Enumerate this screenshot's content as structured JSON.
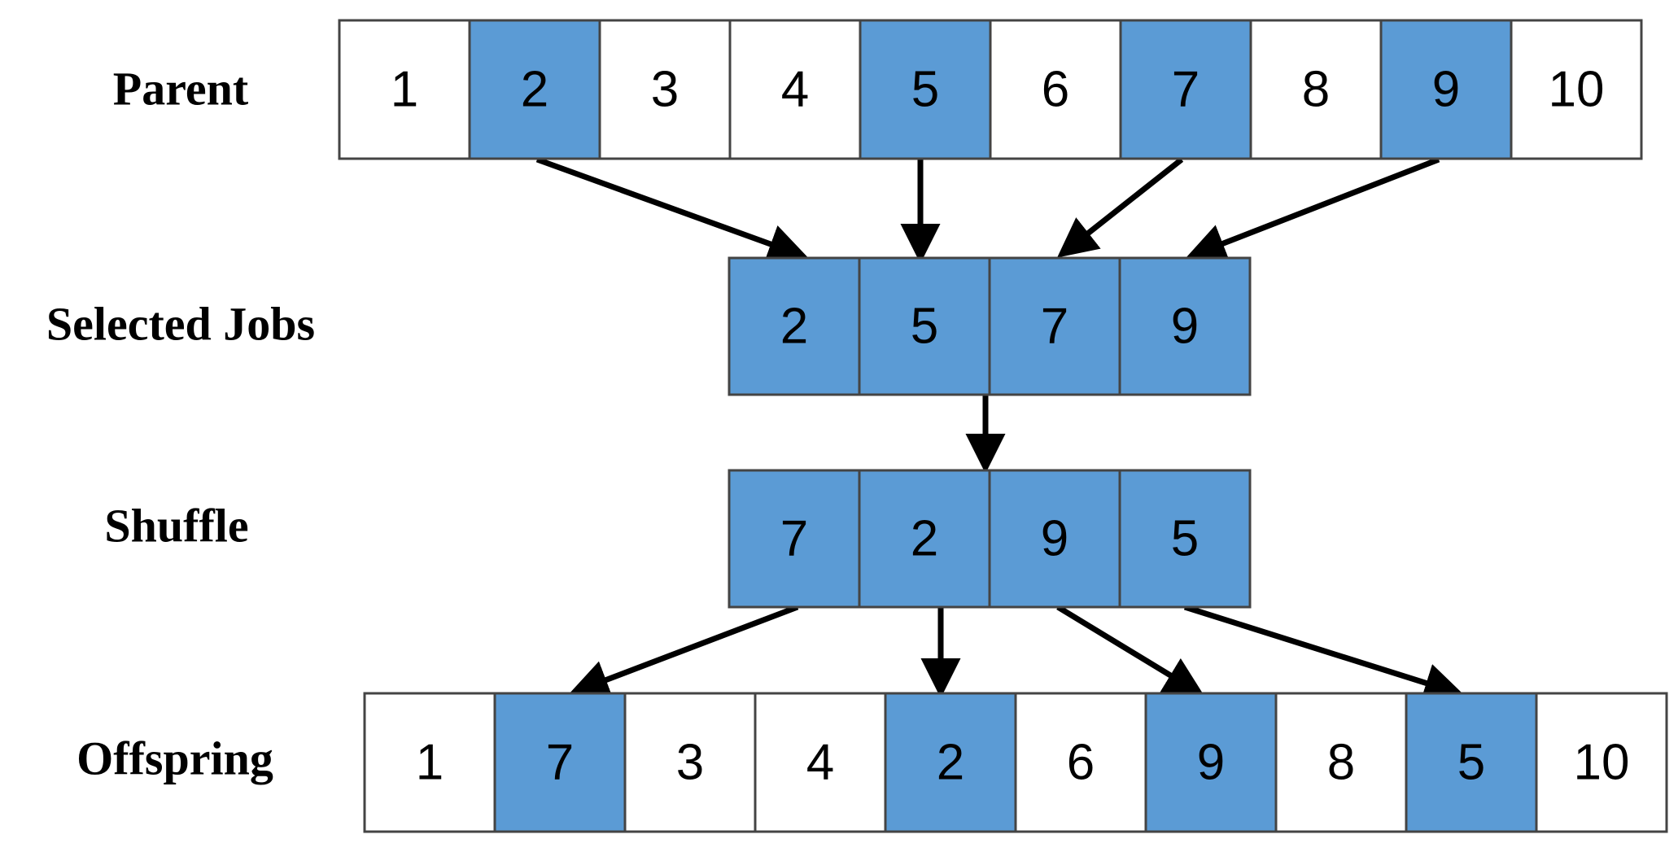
{
  "colors": {
    "highlight": "#5b9bd5",
    "plain": "#ffffff",
    "border": "#444444",
    "arrow": "#000000"
  },
  "rows": {
    "parent": {
      "label": "Parent",
      "cells": [
        {
          "value": "1",
          "highlighted": false
        },
        {
          "value": "2",
          "highlighted": true
        },
        {
          "value": "3",
          "highlighted": false
        },
        {
          "value": "4",
          "highlighted": false
        },
        {
          "value": "5",
          "highlighted": true
        },
        {
          "value": "6",
          "highlighted": false
        },
        {
          "value": "7",
          "highlighted": true
        },
        {
          "value": "8",
          "highlighted": false
        },
        {
          "value": "9",
          "highlighted": true
        },
        {
          "value": "10",
          "highlighted": false
        }
      ]
    },
    "selected": {
      "label": "Selected Jobs",
      "cells": [
        {
          "value": "2",
          "highlighted": true
        },
        {
          "value": "5",
          "highlighted": true
        },
        {
          "value": "7",
          "highlighted": true
        },
        {
          "value": "9",
          "highlighted": true
        }
      ]
    },
    "shuffle": {
      "label": "Shuffle",
      "cells": [
        {
          "value": "7",
          "highlighted": true
        },
        {
          "value": "2",
          "highlighted": true
        },
        {
          "value": "9",
          "highlighted": true
        },
        {
          "value": "5",
          "highlighted": true
        }
      ]
    },
    "offspring": {
      "label": "Offspring",
      "cells": [
        {
          "value": "1",
          "highlighted": false
        },
        {
          "value": "7",
          "highlighted": true
        },
        {
          "value": "3",
          "highlighted": false
        },
        {
          "value": "4",
          "highlighted": false
        },
        {
          "value": "2",
          "highlighted": true
        },
        {
          "value": "6",
          "highlighted": false
        },
        {
          "value": "9",
          "highlighted": true
        },
        {
          "value": "8",
          "highlighted": false
        },
        {
          "value": "5",
          "highlighted": true
        },
        {
          "value": "10",
          "highlighted": false
        }
      ]
    }
  }
}
